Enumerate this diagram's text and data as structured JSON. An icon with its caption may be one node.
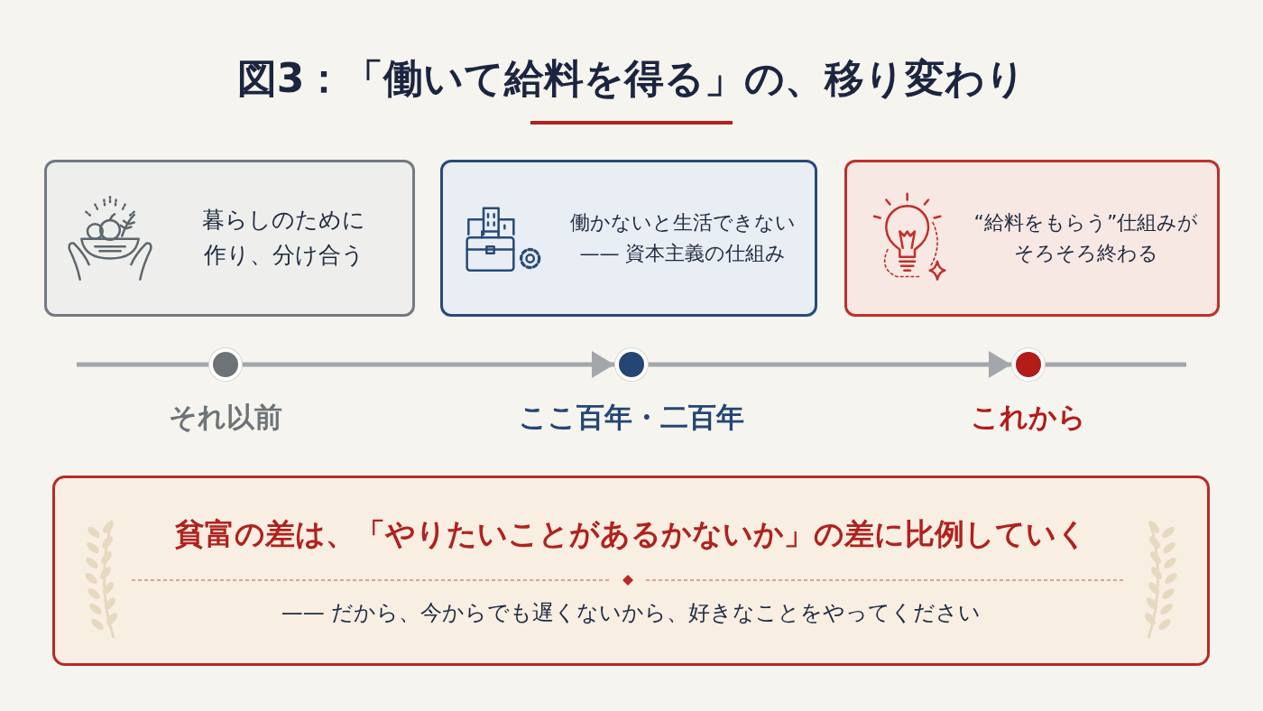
{
  "diagram": {
    "title": "図3：「働いて給料を得る」の、移り変わり",
    "nodes": [
      {
        "text": [
          "暮らしのために作り、分け合う"
        ]
      },
      {
        "text": [
          "働かないと生活できない",
          "—— 資本主義の仕組み"
        ]
      },
      {
        "text": [
          "“給料をもらう”仕組みがそろそろ終わる"
        ]
      },
      {
        "text": [],
        "shape": "circle",
        "beside": [
          "それ以前"
        ]
      },
      {
        "text": [],
        "shape": "circle",
        "beside": [
          "ここ百年・二百年"
        ]
      },
      {
        "text": [],
        "shape": "circle",
        "beside": [
          "これから"
        ]
      },
      {
        "text": [
          "貧富の差は、「やりたいことがあるかないか」の差に比例していく",
          "—— だから、今からでも遅くないから、好きなことをやってください"
        ]
      }
    ],
    "edges": [
      {
        "from": 3,
        "to": 4,
        "arrow": "to"
      },
      {
        "from": 4,
        "to": 5,
        "arrow": "to"
      }
    ]
  }
}
